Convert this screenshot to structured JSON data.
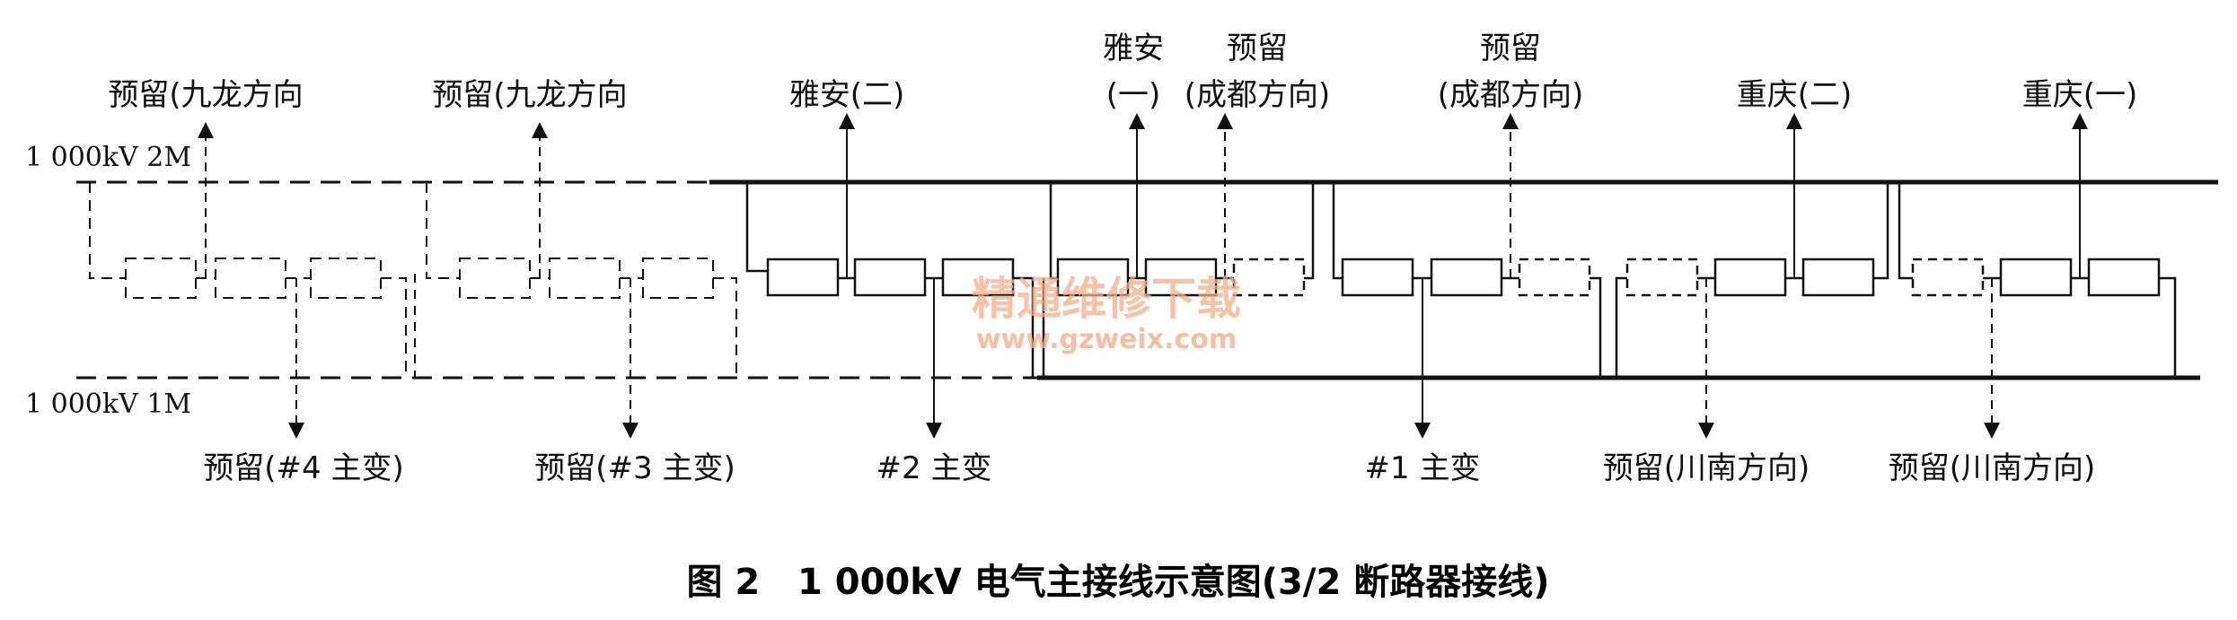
{
  "buses": {
    "top": "1 000kV 2M",
    "bottom": "1 000kV 1M"
  },
  "top_labels": {
    "reserve_jiulong_1": "预留(九龙方向",
    "reserve_jiulong_2": "预留(九龙方向",
    "yaan_2": "雅安(二)",
    "yaan_1_line1": "雅安",
    "yaan_1_line2": "(一)",
    "reserve_chengdu_1_line1": "预留",
    "reserve_chengdu_1_line2": "(成都方向)",
    "reserve_chengdu_2_line1": "预留",
    "reserve_chengdu_2_line2": "(成都方向)",
    "chongqing_2": "重庆(二)",
    "chongqing_1": "重庆(一)"
  },
  "bottom_labels": {
    "reserve_t4": "预留(#4 主变)",
    "reserve_t3": "预留(#3 主变)",
    "t2": "#2 主变",
    "t1": "#1 主变",
    "reserve_chuannan_1": "预留(川南方向)",
    "reserve_chuannan_2": "预留(川南方向)"
  },
  "watermark": {
    "line1": "精通维修下载",
    "line2": "www.gzweix.com"
  },
  "caption": "图 2   1 000kV 电气主接线示意图(3/2 断路器接线)",
  "colors": {
    "line": "#111111",
    "watermark": "#f5b08a"
  }
}
